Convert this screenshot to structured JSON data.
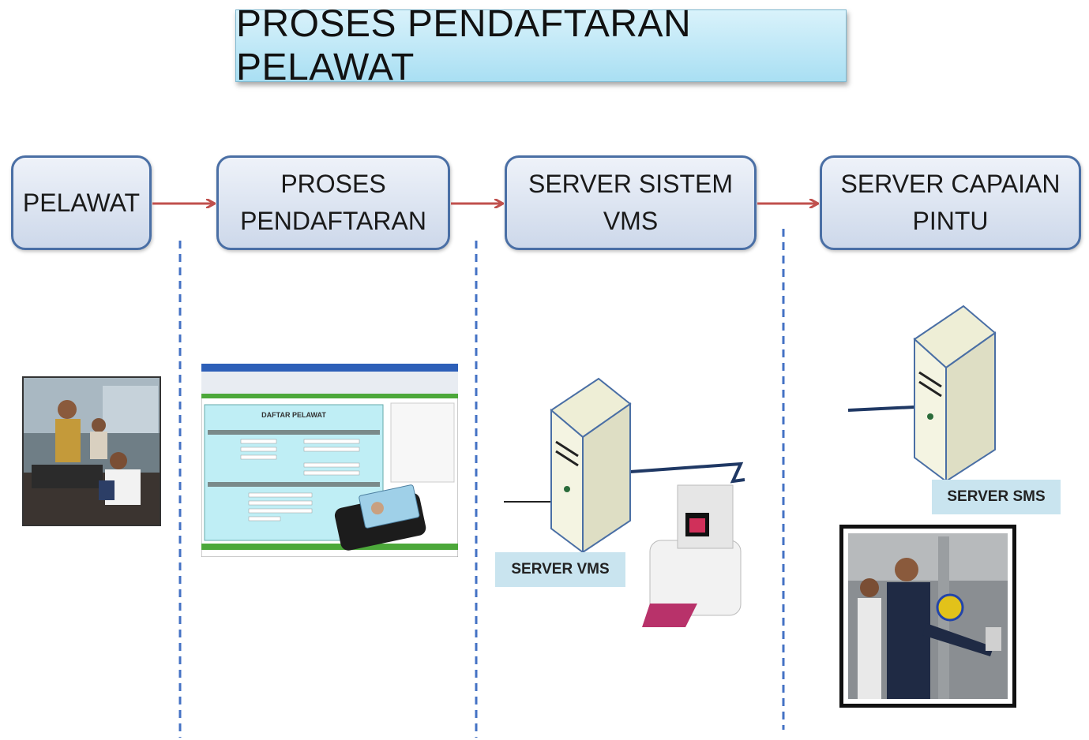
{
  "title": "PROSES PENDAFTARAN  PELAWAT",
  "steps": [
    {
      "lines": [
        "PELAWAT"
      ]
    },
    {
      "lines": [
        "PROSES",
        "PENDAFTARAN"
      ]
    },
    {
      "lines": [
        "SERVER SISTEM",
        "VMS"
      ]
    },
    {
      "lines": [
        "SERVER CAPAIAN",
        "PINTU"
      ]
    }
  ],
  "form": {
    "heading": "DAFTAR PELAWAT"
  },
  "labels": {
    "server_vms": "SERVER VMS",
    "server_sms": "SERVER SMS"
  },
  "colors": {
    "arrow": "#c0504d",
    "step_border": "#4a6fa5",
    "divider": "#4472c4",
    "title_bg": "#bfe8f7",
    "label_bg": "#c9e4ef"
  }
}
